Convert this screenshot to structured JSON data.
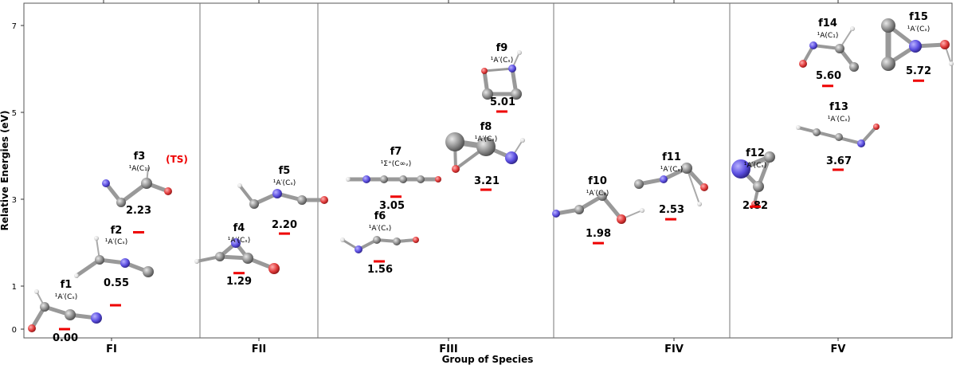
{
  "chart_data": {
    "type": "scatter",
    "xlabel": "Group of Species",
    "ylabel": "Relative Energies (eV)",
    "ylim": [
      -0.25,
      7.5
    ],
    "yticks": [
      "0",
      "1",
      "3",
      "5",
      "7"
    ],
    "groups": [
      "FI",
      "FII",
      "FIII",
      "FIV",
      "FV"
    ],
    "ts_label": "(TS)",
    "species": [
      {
        "id": "f1",
        "group": "FI",
        "energy": 0.0,
        "value_label": "0.00",
        "state": "¹A′(Cₛ)"
      },
      {
        "id": "f2",
        "group": "FI",
        "energy": 0.55,
        "value_label": "0.55",
        "state": "¹A′(Cₛ)"
      },
      {
        "id": "f3",
        "group": "FI",
        "energy": 2.23,
        "value_label": "2.23",
        "state": "¹A(C₁)"
      },
      {
        "id": "f4",
        "group": "FII",
        "energy": 1.29,
        "value_label": "1.29",
        "state": "¹A′(Cₛ)"
      },
      {
        "id": "f5",
        "group": "FII",
        "energy": 2.2,
        "value_label": "2.20",
        "state": "¹A′(Cₛ)"
      },
      {
        "id": "f6",
        "group": "FIII",
        "energy": 1.56,
        "value_label": "1.56",
        "state": "¹A′(Cₛ)"
      },
      {
        "id": "f7",
        "group": "FIII",
        "energy": 3.05,
        "value_label": "3.05",
        "state": "¹Σ⁺(C∞ᵥ)"
      },
      {
        "id": "f8",
        "group": "FIII",
        "energy": 3.21,
        "value_label": "3.21",
        "state": "¹A′(Cₛ)"
      },
      {
        "id": "f9",
        "group": "FIII",
        "energy": 5.01,
        "value_label": "5.01",
        "state": "¹A′(Cₛ)"
      },
      {
        "id": "f10",
        "group": "FIV",
        "energy": 1.98,
        "value_label": "1.98",
        "state": "¹A′(Cₛ)"
      },
      {
        "id": "f11",
        "group": "FIV",
        "energy": 2.53,
        "value_label": "2.53",
        "state": "¹A′(Cₛ)"
      },
      {
        "id": "f12",
        "group": "FV",
        "energy": 2.82,
        "value_label": "2.82",
        "state": "¹A′(Cₛ)"
      },
      {
        "id": "f13",
        "group": "FV",
        "energy": 3.67,
        "value_label": "3.67",
        "state": "¹A′(Cₛ)"
      },
      {
        "id": "f14",
        "group": "FV",
        "energy": 5.6,
        "value_label": "5.60",
        "state": "¹A(C₁)"
      },
      {
        "id": "f15",
        "group": "FV",
        "energy": 5.72,
        "value_label": "5.72",
        "state": "¹A′(Cₛ)"
      }
    ],
    "colors": {
      "level": "#ee0000",
      "ts": "#ee0000",
      "carbon": "#8c8c8c",
      "nitrogen": "#5b4ee0",
      "oxygen": "#e03a3a",
      "hydrogen": "#d8d8d8",
      "frame": "#555555"
    }
  }
}
